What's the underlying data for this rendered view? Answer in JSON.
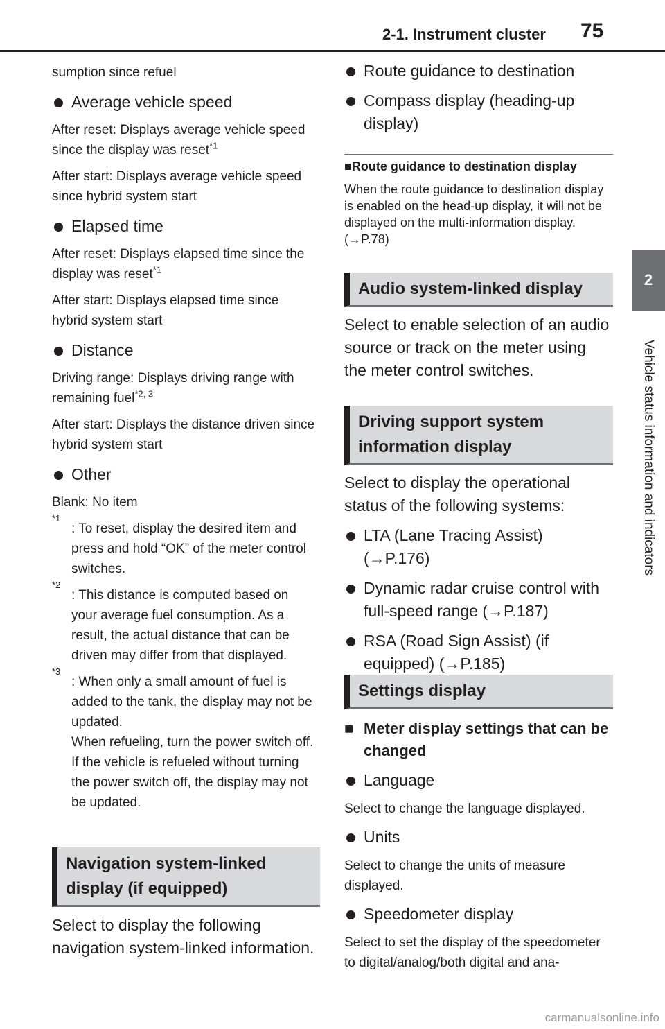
{
  "header": {
    "title": "2-1. Instrument cluster",
    "page": "75"
  },
  "sidetab": {
    "number": "2",
    "title": "Vehicle status information and indicators"
  },
  "left": {
    "intro": "sumption since refuel",
    "avg_speed": {
      "label": "Average vehicle speed",
      "after_reset": "After reset: Displays average vehicle speed since the display was reset",
      "after_reset_sup": "*1",
      "after_start": "After start: Displays average vehicle speed since hybrid system start"
    },
    "elapsed": {
      "label": "Elapsed time",
      "after_reset": "After reset: Displays elapsed time since the display was reset",
      "after_reset_sup": "*1",
      "after_start": "After start: Displays elapsed time since hybrid system start"
    },
    "distance": {
      "label": "Distance",
      "driving_range": "Driving range: Displays driving range with remaining fuel",
      "driving_range_sup": "*2, 3",
      "after_start": "After start: Displays the distance driven since hybrid system start"
    },
    "other": {
      "label": "Other",
      "blank": "Blank: No item"
    },
    "footnotes": [
      {
        "mark": "*1",
        "text": ": To reset, display the desired item and press and hold “OK” of the meter control switches."
      },
      {
        "mark": "*2",
        "text": ": This distance is computed based on your average fuel consumption. As a result, the actual distance that can be driven may differ from that displayed."
      },
      {
        "mark": "*3",
        "text": ": When only a small amount of fuel is added to the tank, the display may not be updated."
      }
    ],
    "footnote3_extra": "When refueling, turn the power switch off. If the vehicle is refueled without turning the power switch off, the display may not be updated.",
    "nav_heading": "Navigation system-linked display (if equipped)",
    "nav_text": "Select to display the following navigation system-linked information."
  },
  "right": {
    "nav_items": [
      "Route guidance to destination",
      "Compass display (heading-up display)"
    ],
    "route_note_head": "Route guidance to destination display",
    "route_note_text": "When the route guidance to destination display is enabled on the head-up display, it will not be displayed on the multi-information display. (→P.78)",
    "audio_heading": "Audio system-linked display",
    "audio_text": "Select to enable selection of an audio source or track on the meter using the meter control switches.",
    "drive_heading": "Driving support system information display",
    "drive_text": "Select to display the operational status of the following systems:",
    "drive_items": [
      "LTA (Lane Tracing Assist) (→P.176)",
      "Dynamic radar cruise control with full-speed range (→P.187)",
      "RSA (Road Sign Assist) (if equipped) (→P.185)"
    ],
    "settings_heading": "Settings display",
    "meter_head": "Meter display settings that can be changed",
    "language": {
      "label": "Language",
      "text": "Select to change the language displayed."
    },
    "units": {
      "label": "Units",
      "text": "Select to change the units of measure displayed."
    },
    "speedo": {
      "label": "Speedometer display",
      "text": "Select to set the display of the speedometer to digital/analog/both digital and ana-"
    }
  },
  "watermark": "carmanualsonline.info"
}
